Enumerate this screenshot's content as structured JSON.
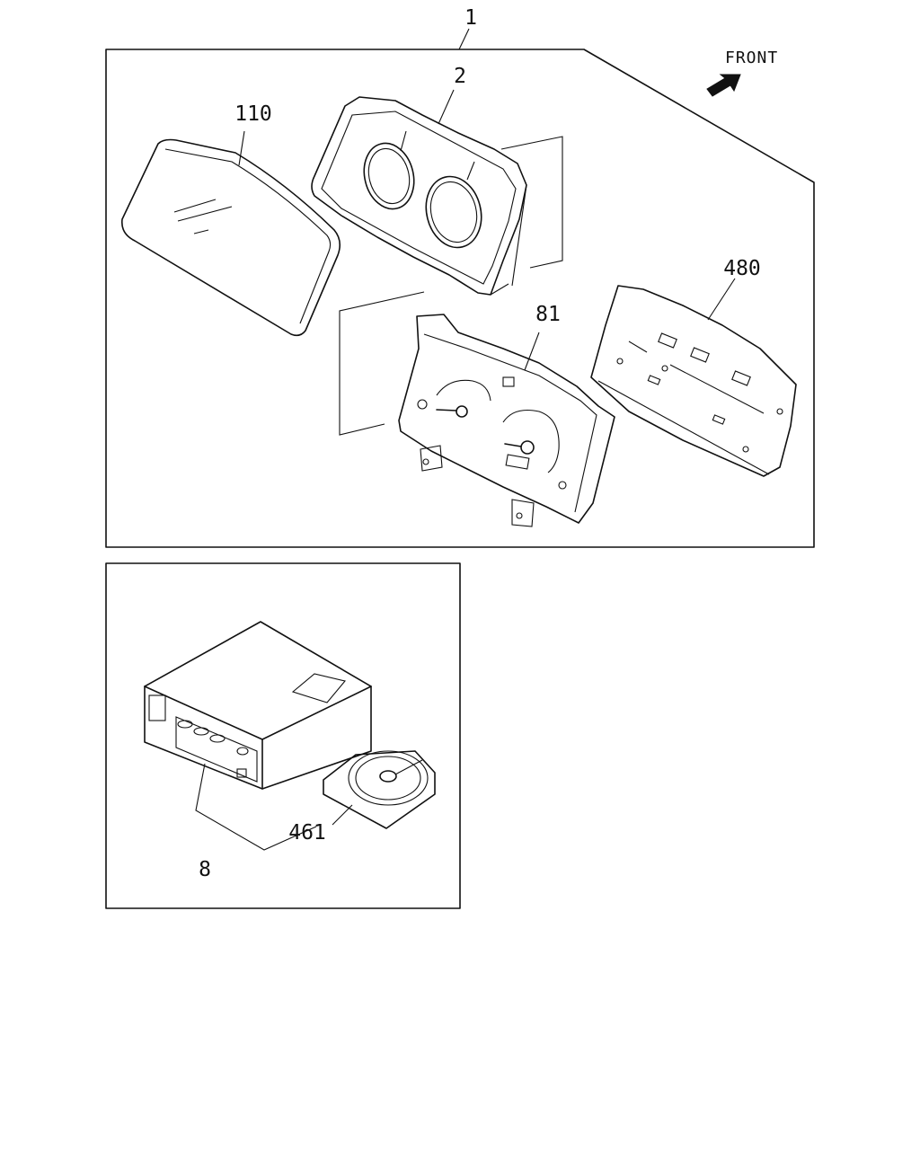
{
  "callouts": {
    "assembly": "1",
    "housing": "2",
    "lens": "110",
    "face_plate": "81",
    "circuit_board": "480",
    "unit": "8",
    "disc": "461"
  },
  "front_indicator": {
    "label": "FRONT",
    "icon": "front-arrow-icon"
  },
  "colors": {
    "line": "#111111",
    "background": "#ffffff"
  }
}
